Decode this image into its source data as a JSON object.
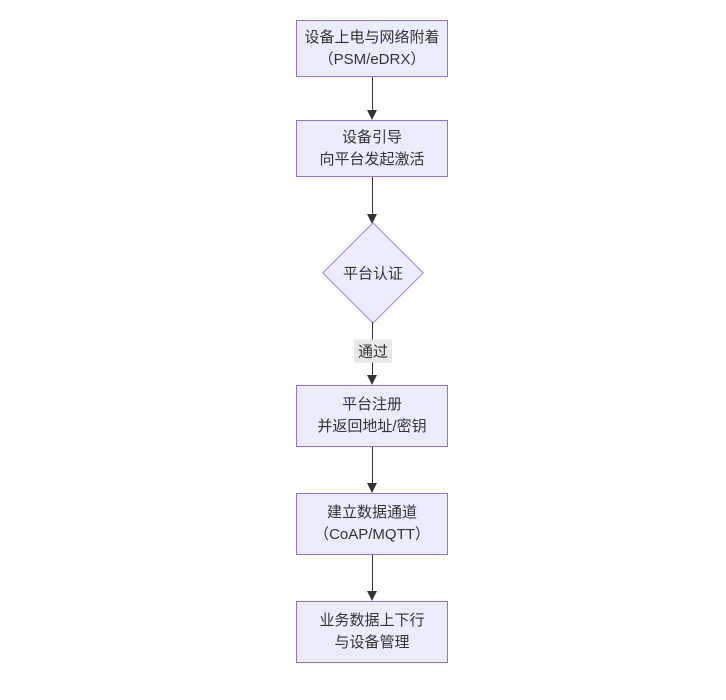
{
  "diagram": {
    "type": "flowchart",
    "direction": "top-down",
    "colors": {
      "node_fill": "#ECECFF",
      "node_border": "#9370DB",
      "diamond_border": "#9f82dc",
      "edge_line": "#333333",
      "text": "#333333",
      "edge_label_bg": "#e8e8e8",
      "background": "#ffffff"
    },
    "nodes": [
      {
        "id": "power-attach",
        "shape": "rect",
        "lines": [
          "设备上电与网络附着",
          "（PSM/eDRX）"
        ]
      },
      {
        "id": "bootstrap",
        "shape": "rect",
        "lines": [
          "设备引导",
          "向平台发起激活"
        ]
      },
      {
        "id": "platform-auth",
        "shape": "diamond",
        "lines": [
          "平台认证"
        ]
      },
      {
        "id": "register",
        "shape": "rect",
        "lines": [
          "平台注册",
          "并返回地址/密钥"
        ]
      },
      {
        "id": "data-channel",
        "shape": "rect",
        "lines": [
          "建立数据通道",
          "（CoAP/MQTT）"
        ]
      },
      {
        "id": "business-data",
        "shape": "rect",
        "lines": [
          "业务数据上下行",
          "与设备管理"
        ]
      }
    ],
    "edges": [
      {
        "from": "power-attach",
        "to": "bootstrap",
        "label": ""
      },
      {
        "from": "bootstrap",
        "to": "platform-auth",
        "label": ""
      },
      {
        "from": "platform-auth",
        "to": "register",
        "label": "通过"
      },
      {
        "from": "register",
        "to": "data-channel",
        "label": ""
      },
      {
        "from": "data-channel",
        "to": "business-data",
        "label": ""
      }
    ]
  }
}
